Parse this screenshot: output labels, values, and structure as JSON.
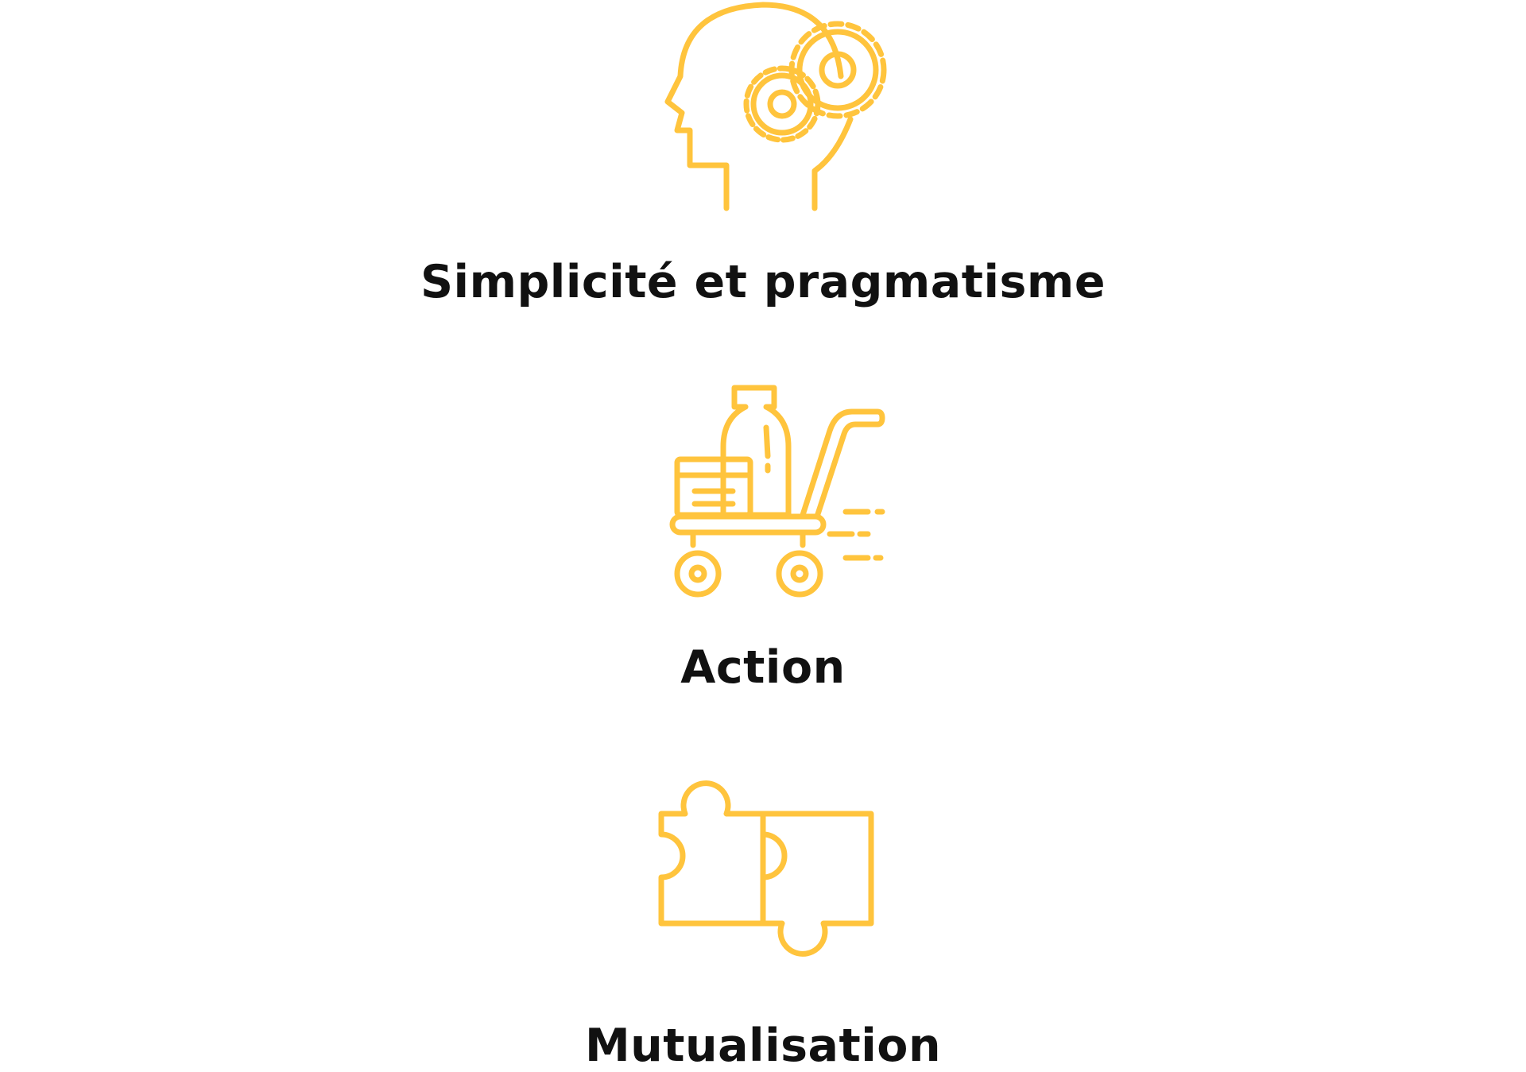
{
  "colors": {
    "icon": "#FFC43D",
    "text": "#111111",
    "background": "#FFFFFF"
  },
  "values": [
    {
      "icon": "head-gears-icon",
      "label": "Simplicité et pragmatisme"
    },
    {
      "icon": "trolley-icon",
      "label": "Action"
    },
    {
      "icon": "puzzle-icon",
      "label": "Mutualisation"
    }
  ]
}
